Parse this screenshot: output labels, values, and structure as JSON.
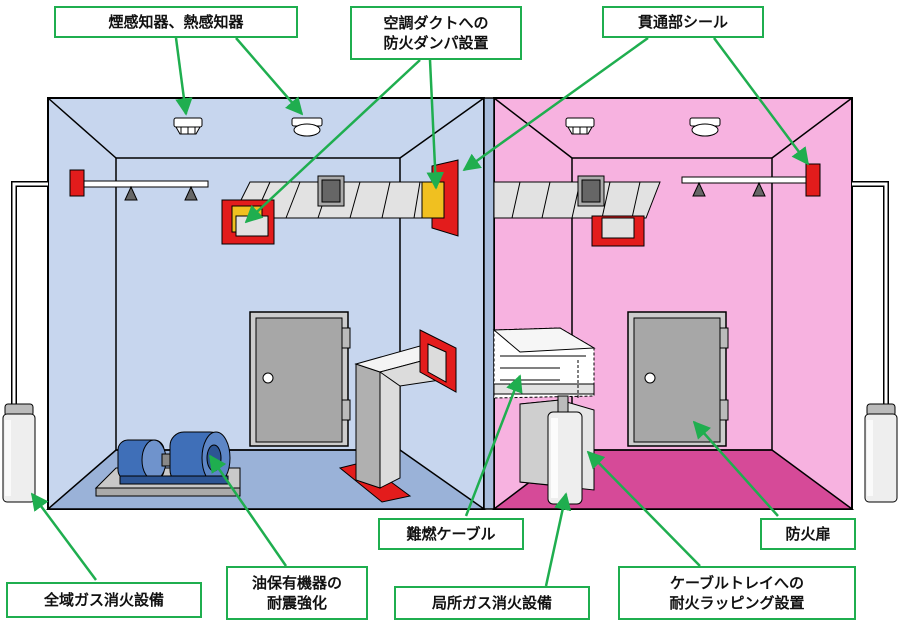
{
  "colors": {
    "left_room": "#c7d6ee",
    "left_floor": "#9ab2d8",
    "right_room": "#f7b2e0",
    "right_floor": "#d64a98",
    "accent_green": "#1fae4f",
    "fire_red": "#e31c1c",
    "damper_yellow": "#f0c020",
    "duct_gray": "#e2e2e2"
  },
  "labels": {
    "smoke_heat": "煙感知器、熱感知器",
    "damper": "空調ダクトへの\n防火ダンパ設置",
    "penetration": "貫通部シール",
    "flame_cable": "難燃ケーブル",
    "fire_door": "防火扉",
    "total_gas": "全域ガス消火設備",
    "seismic": "油保有機器の\n耐震強化",
    "local_gas": "局所ガス消火設備",
    "tray_wrap": "ケーブルトレイへの\n耐火ラッピング設置"
  }
}
